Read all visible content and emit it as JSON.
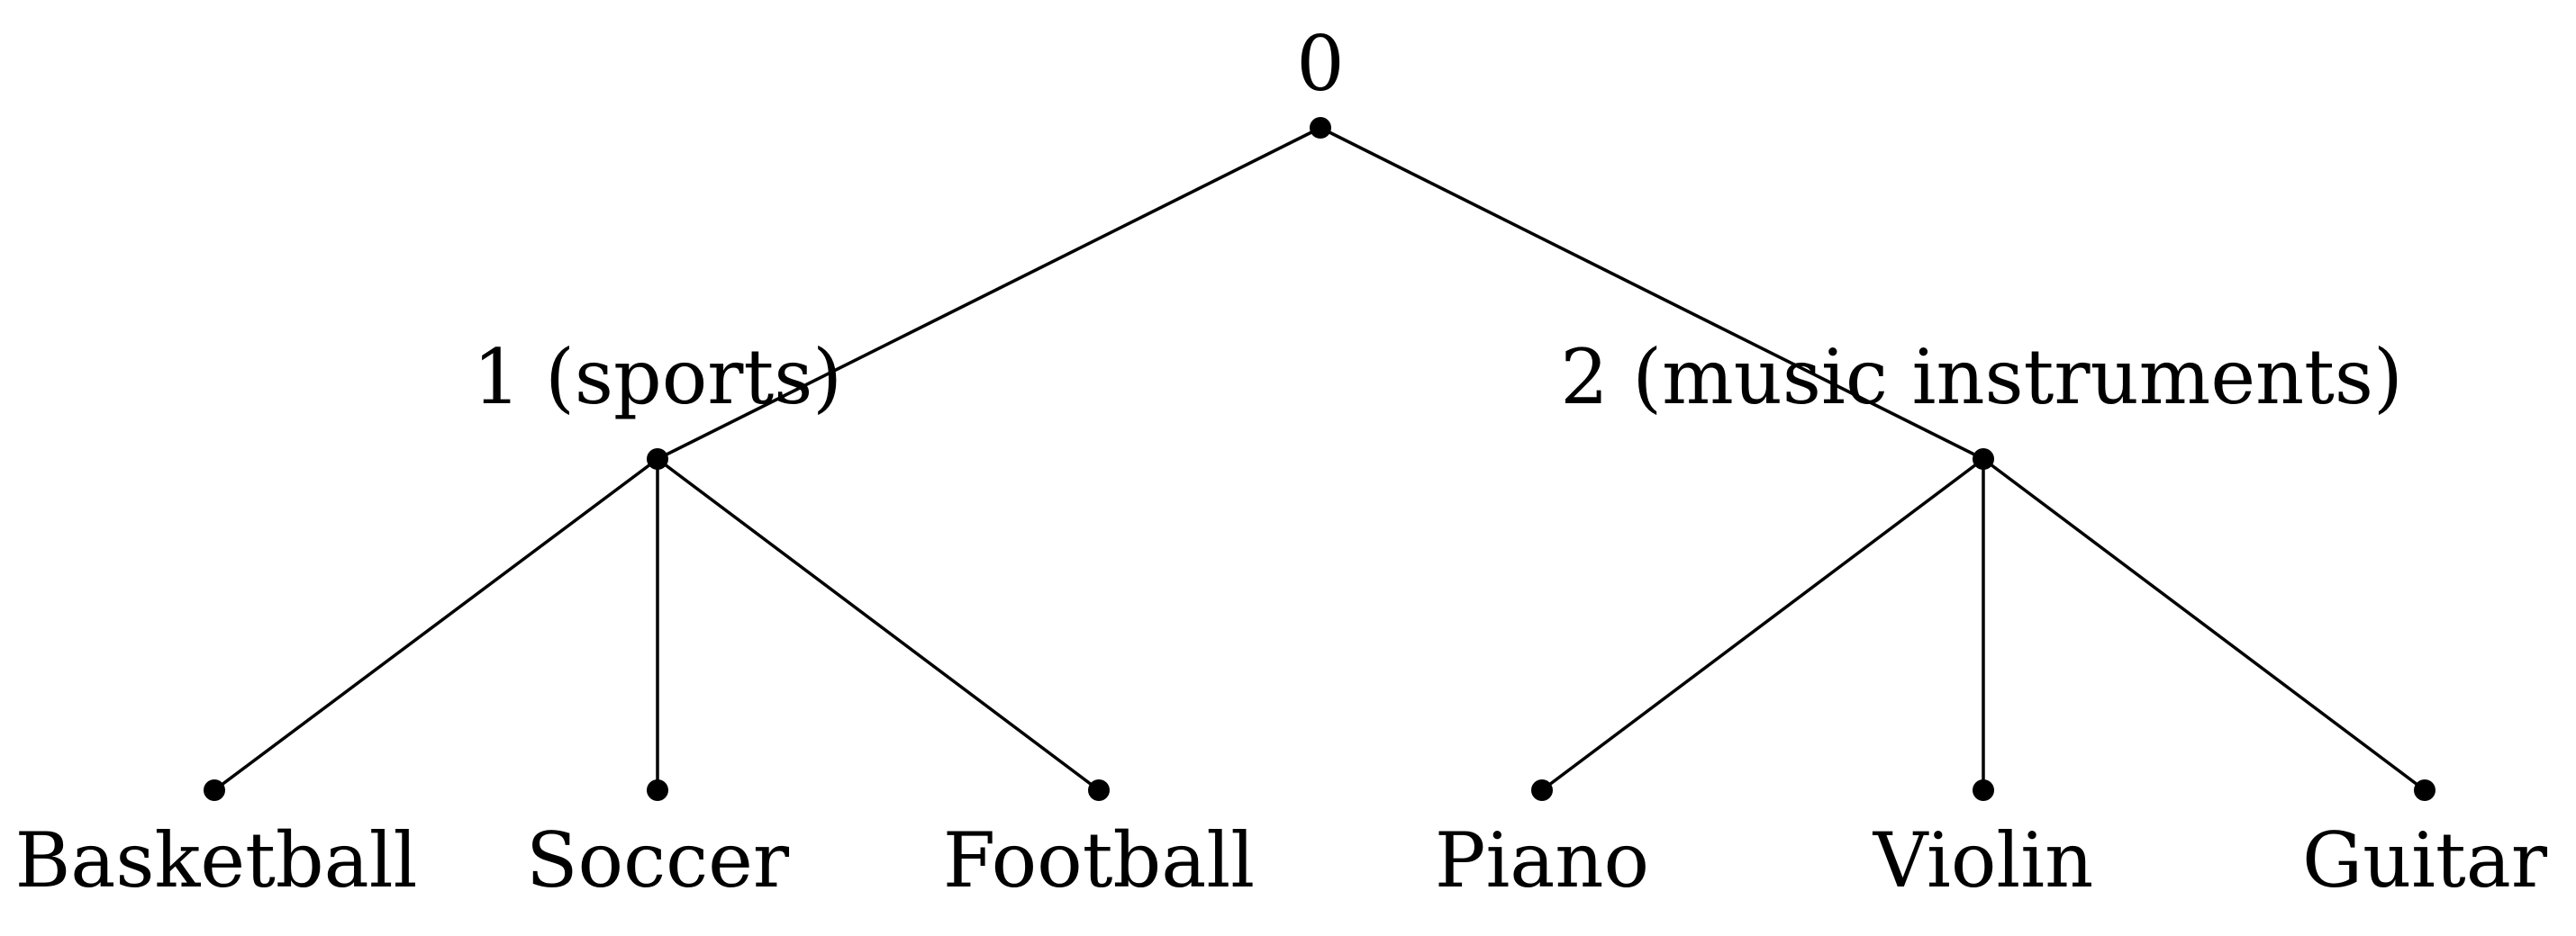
{
  "tree": {
    "root": {
      "id": "root",
      "label": "0",
      "children": [
        {
          "id": "sports",
          "label": "1 (sports)",
          "children": [
            {
              "id": "basketball",
              "label": "Basketball",
              "children": []
            },
            {
              "id": "soccer",
              "label": "Soccer",
              "children": []
            },
            {
              "id": "football",
              "label": "Football",
              "children": []
            }
          ]
        },
        {
          "id": "music",
          "label": "2 (music instruments)",
          "children": [
            {
              "id": "piano",
              "label": "Piano",
              "children": []
            },
            {
              "id": "violin",
              "label": "Violin",
              "children": []
            },
            {
              "id": "guitar",
              "label": "Guitar",
              "children": []
            }
          ]
        }
      ]
    }
  }
}
